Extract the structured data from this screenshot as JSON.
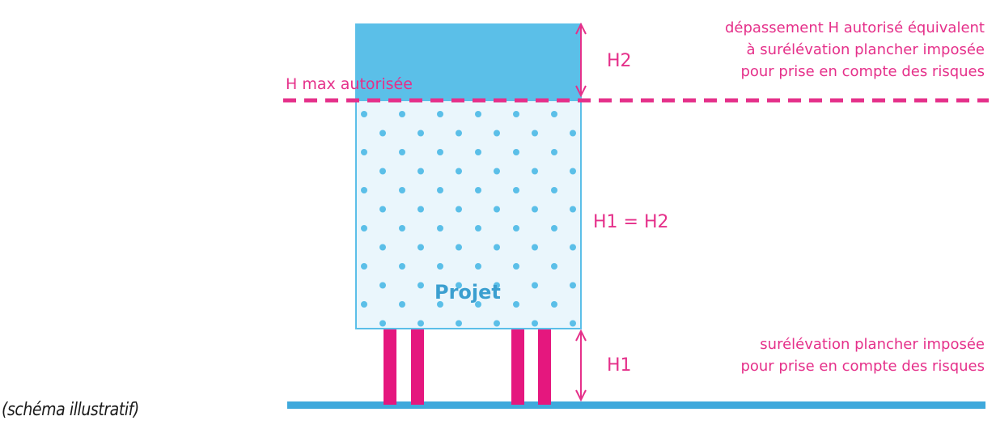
{
  "labels": {
    "h_max": "H max autorisée",
    "h2": "H2",
    "h1_eq_h2": "H1 = H2",
    "h1": "H1",
    "project": "Projet",
    "top_note": [
      "dépassement H autorisé équivalent",
      "à surélévation plancher imposée",
      "pour prise en compte des risques"
    ],
    "bottom_note": [
      "surélévation plancher imposée",
      "pour prise en compte des risques"
    ],
    "caption": "(schéma illustratif)"
  },
  "colors": {
    "magenta": "#e5308a",
    "pillar": "#e5177e",
    "blue": "#5bbfe8",
    "dot": "#5bbfe8",
    "building_fill": "#eaf6fc",
    "ground": "#3fa9dc",
    "project_text": "#3b9fd0"
  },
  "elements": {
    "top_block": "over-height-block",
    "building": "project-building",
    "pillars": 4,
    "ground": "ground-line",
    "limit_line": "max-height-dashed-line"
  }
}
